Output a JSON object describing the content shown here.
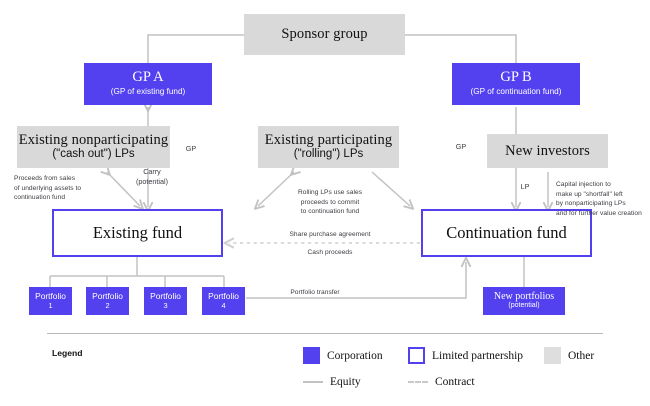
{
  "diagram": {
    "title_hidden": "",
    "nodes": {
      "sponsor_group": {
        "label": "Sponsor group",
        "type": "other"
      },
      "gp_a": {
        "label": "GP A",
        "sublabel": "(GP of existing fund)",
        "type": "corporation"
      },
      "gp_b": {
        "label": "GP B",
        "sublabel": "(GP of continuation fund)",
        "type": "corporation"
      },
      "nonparticipating_lps": {
        "line1": "Existing nonparticipating",
        "line2": "(\"cash out\") LPs",
        "type": "other"
      },
      "participating_lps": {
        "line1": "Existing participating",
        "line2": "(\"rolling\") LPs",
        "type": "other"
      },
      "new_investors": {
        "label": "New investors",
        "type": "other"
      },
      "existing_fund": {
        "label": "Existing fund",
        "type": "limited-partnership"
      },
      "continuation_fund": {
        "label": "Continuation fund",
        "type": "limited-partnership"
      },
      "new_portfolios": {
        "label": "New portfolios",
        "sublabel": "(potential)",
        "type": "corporation"
      }
    },
    "portfolios": [
      {
        "label": "Portfolio",
        "number": "1"
      },
      {
        "label": "Portfolio",
        "number": "2"
      },
      {
        "label": "Portfolio",
        "number": "3"
      },
      {
        "label": "Portfolio",
        "number": "4"
      }
    ],
    "edge_labels": {
      "gp_left": "GP",
      "gp_right": "GP",
      "lp_right": "LP",
      "carry": "Carry\n(potential)",
      "proceeds_from_sales": "Proceeds from sales\nof underlying assets to\ncontinuation fund",
      "rolling_commit": "Rolling LPs use sales\nproceeds to commit\nto continuation fund",
      "capital_injection": "Capital injection to\nmake up \"shortfall\" left\nby nonparticipating LPs\nand for further value creation",
      "share_purchase_agreement": "Share purchase agreement",
      "cash_proceeds": "Cash proceeds",
      "portfolio_transfer": "Portfolio transfer"
    }
  },
  "legend": {
    "title": "Legend",
    "entities": [
      {
        "swatch": "corporation-swatch",
        "label": "Corporation"
      },
      {
        "swatch": "limited-partnership-swatch",
        "label": "Limited partnership"
      },
      {
        "swatch": "other-swatch",
        "label": "Other"
      }
    ],
    "relations": [
      {
        "swatch": "equity-line",
        "label": "Equity"
      },
      {
        "swatch": "contract-line",
        "label": "Contract"
      }
    ]
  },
  "colors": {
    "corporation_blue": "#5341F0",
    "other_gray": "#d9d9d9",
    "line_gray": "#c2c2c2",
    "contract_gray": "#cfcfcf",
    "text_dark": "#111111"
  }
}
